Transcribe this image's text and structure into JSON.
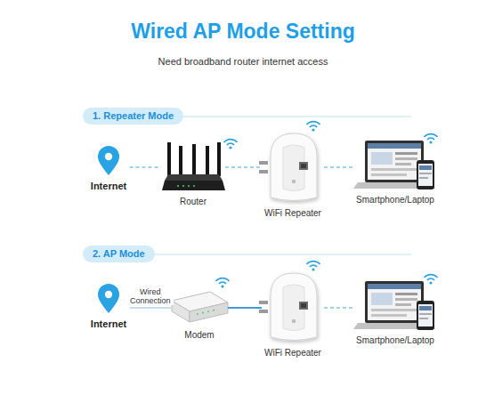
{
  "diagram": {
    "title": "Wired AP Mode Setting",
    "nodes": [
      {
        "text": [
          "1. Repeater Mode"
        ]
      },
      {
        "text": [
          "Internet"
        ]
      },
      {
        "text": [
          "Router"
        ]
      },
      {
        "text": [
          "WiFi Repeater"
        ]
      },
      {
        "text": [
          "Smartphone/Laptop"
        ]
      },
      {
        "text": [
          "2. AP Mode"
        ]
      },
      {
        "text": [
          "Internet"
        ]
      },
      {
        "text": [
          "Modem"
        ]
      },
      {
        "text": [
          "WiFi Repeater"
        ]
      },
      {
        "text": [
          "Smartphone/Laptop"
        ]
      }
    ],
    "edges": [
      {
        "from": 1,
        "to": 2,
        "arrow": "none"
      },
      {
        "from": 2,
        "to": 3,
        "arrow": "none"
      },
      {
        "from": 3,
        "to": 4,
        "arrow": "none"
      },
      {
        "from": 6,
        "to": 7,
        "label": "Wired Connection",
        "arrow": "none"
      },
      {
        "from": 7,
        "to": 8,
        "arrow": "none"
      },
      {
        "from": 8,
        "to": 9,
        "arrow": "none"
      }
    ],
    "labels": [
      "Need broadband router internet access"
    ]
  }
}
